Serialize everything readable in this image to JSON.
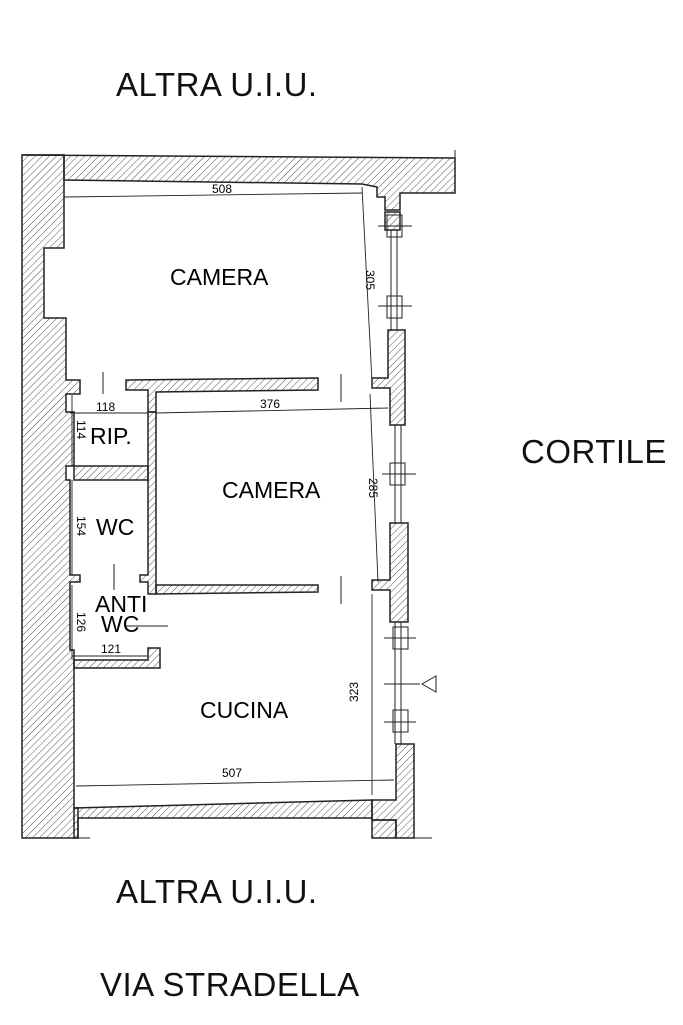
{
  "labels": {
    "top_neighbor": "ALTRA U.I.U.",
    "bottom_neighbor": "ALTRA U.I.U.",
    "street": "VIA STRADELLA",
    "courtyard": "CORTILE"
  },
  "rooms": {
    "camera_1": "CAMERA",
    "camera_2": "CAMERA",
    "rip": "RIP.",
    "wc": "WC",
    "anti_wc_line1": "ANTI",
    "anti_wc_line2": "WC",
    "cucina": "CUCINA"
  },
  "dimensions": {
    "camera1_width": "508",
    "camera1_depth": "305",
    "rip_width": "118",
    "rip_depth": "114",
    "camera2_width": "376",
    "camera2_depth": "285",
    "wc_depth": "154",
    "anti_wc_depth": "126",
    "anti_wc_width": "121",
    "cucina_depth": "323",
    "cucina_width": "507"
  },
  "colors": {
    "wall": "#222222",
    "hatch": "#555555",
    "line": "#111111"
  }
}
